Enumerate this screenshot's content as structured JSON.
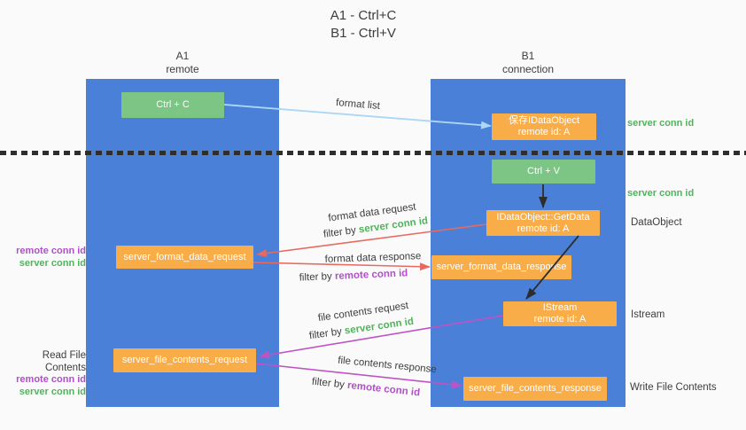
{
  "title": {
    "line1": "A1 - Ctrl+C",
    "line2": "B1 - Ctrl+V"
  },
  "lifelines": {
    "a1": {
      "name": "A1",
      "role": "remote"
    },
    "b1": {
      "name": "B1",
      "role": "connection"
    }
  },
  "boxes": {
    "ctrl_c": "Ctrl + C",
    "ctrl_v": "Ctrl + V",
    "save_idataobject": {
      "line1": "保存IDataObject",
      "line2": "remote id: A"
    },
    "idataobject_getdata": {
      "line1": "IDataObject::GetData",
      "line2": "remote id: A"
    },
    "istream": {
      "line1": "IStream",
      "line2": "remote id: A"
    },
    "server_format_data_request": "server_format_data_request",
    "server_format_data_response": "server_format_data_response",
    "server_file_contents_request": "server_file_contents_request",
    "server_file_contents_response": "server_file_contents_response"
  },
  "arrow_labels": {
    "format_list": "format list",
    "format_data_request": "format data request",
    "format_data_response": "format data response",
    "file_contents_request": "file contents request",
    "file_contents_response": "file contents response",
    "filter_by": "filter by",
    "server_conn_id": "server conn id",
    "remote_conn_id": "remote conn id"
  },
  "side_labels": {
    "right_server_conn_id_1": "server conn id",
    "right_server_conn_id_2": "server conn id",
    "dataobject": "DataObject",
    "istream": "Istream",
    "write_file_contents": "Write File Contents",
    "read_file_contents": "Read File Contents",
    "left_remote_conn_id_1": "remote conn id",
    "left_server_conn_id_1": "server conn id",
    "left_remote_conn_id_2": "remote conn id",
    "left_server_conn_id_2": "server conn id"
  },
  "colors": {
    "background": "#fafafa",
    "column-blue": "#4a80d8",
    "box-orange": "#f9ad49",
    "box-green": "#7cc584",
    "green-text": "#4fb45a",
    "purple-text": "#b14fc9",
    "arrow-red": "#e8695f",
    "arrow-magenta": "#bf53c4",
    "arrow-blue": "#abd6f5",
    "arrow-black": "#2d2d2d",
    "text-dark": "#3d3d3d",
    "dotted-line": "#2e2e2e"
  }
}
